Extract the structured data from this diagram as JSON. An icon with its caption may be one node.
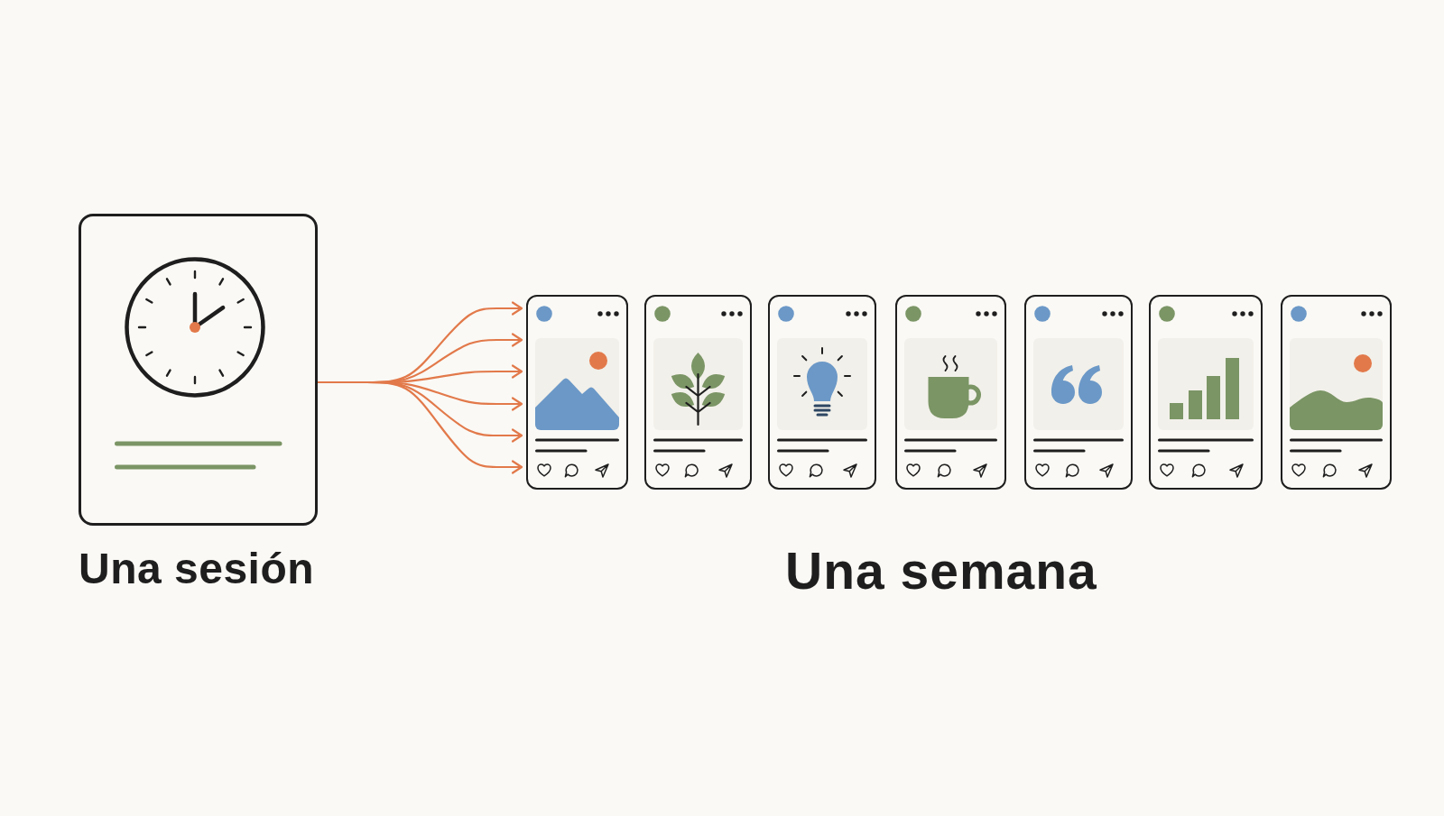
{
  "diagram": {
    "nodes": [
      {
        "text": [
          "Una sesión"
        ]
      },
      {
        "text": [],
        "shape": "box"
      },
      {
        "text": [],
        "shape": "box"
      },
      {
        "text": [],
        "shape": "box"
      },
      {
        "text": [],
        "shape": "box"
      },
      {
        "text": [],
        "shape": "box"
      },
      {
        "text": [],
        "shape": "box"
      },
      {
        "text": [],
        "shape": "box"
      }
    ],
    "edges": [
      {
        "from": 0,
        "to": 1,
        "arrow": "to"
      },
      {
        "from": 0,
        "to": 1,
        "arrow": "to"
      },
      {
        "from": 0,
        "to": 1,
        "arrow": "to"
      },
      {
        "from": 0,
        "to": 1,
        "arrow": "to"
      },
      {
        "from": 0,
        "to": 1,
        "arrow": "to"
      },
      {
        "from": 0,
        "to": 1,
        "arrow": "to"
      }
    ],
    "labels": [
      "Una semana"
    ]
  }
}
